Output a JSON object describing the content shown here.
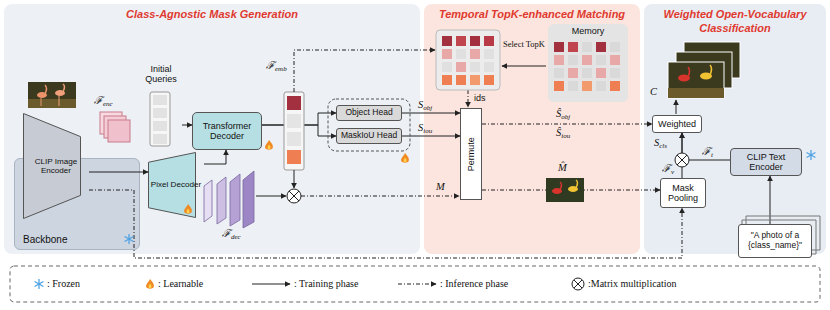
{
  "diagram": {
    "nodes": [
      {
        "text": [
          "Class-Agnostic Mask Generation"
        ]
      },
      {
        "text": [
          "Backbone"
        ],
        "in": 0
      },
      {
        "text": [
          "CLIP Image Encoder"
        ],
        "in": 1
      },
      {
        "text": [
          "Initial Queries"
        ],
        "in": 0
      },
      {
        "text": [
          "Transformer Decoder"
        ],
        "in": 0
      },
      {
        "text": [
          "Pixel Decoder"
        ],
        "in": 0
      },
      {
        "text": [
          "Object Head"
        ],
        "in": 0
      },
      {
        "text": [
          "MaskIoU Head"
        ],
        "in": 0
      },
      {
        "text": [
          "Temporal TopK-enhanced Matching"
        ]
      },
      {
        "text": [
          "Memory"
        ],
        "in": 8
      },
      {
        "text": [
          "Permute"
        ],
        "in": 8
      },
      {
        "text": [
          "Weighted Open-Vocabulary Classification"
        ]
      },
      {
        "text": [
          "Weighted"
        ],
        "in": 11
      },
      {
        "text": [
          "Mask Pooling"
        ],
        "in": 11
      },
      {
        "text": [
          "CLIP Text Encoder"
        ],
        "in": 11
      },
      {
        "text": [
          "\"A photo of a {class_name}\""
        ],
        "in": 11
      }
    ],
    "edges": [
      {
        "from": 2,
        "to": 5,
        "arrow": "to"
      },
      {
        "from": 3,
        "to": 4,
        "arrow": "to"
      },
      {
        "from": 5,
        "to": 4,
        "arrow": "to"
      },
      {
        "from": 4,
        "to": 6,
        "arrow": "to"
      },
      {
        "from": 4,
        "to": 7,
        "arrow": "to"
      },
      {
        "from": 6,
        "to": 10,
        "arrow": "to"
      },
      {
        "from": 7,
        "to": 10,
        "arrow": "to"
      },
      {
        "from": 2,
        "to": 13,
        "arrow": "to"
      },
      {
        "from": 10,
        "to": 12,
        "arrow": "to"
      },
      {
        "from": 10,
        "to": 13,
        "arrow": "to"
      },
      {
        "from": 13,
        "to": 12,
        "arrow": "to"
      },
      {
        "from": 14,
        "to": 12,
        "arrow": "to"
      },
      {
        "from": 15,
        "to": 14,
        "arrow": "to"
      }
    ],
    "labels": [
      "ℱenc",
      "ℱdec",
      "ℱemb",
      "Sobj",
      "Siou",
      "M",
      "Select TopK",
      "ids",
      "Ŝobj",
      "Ŝiou",
      "M̂",
      "C",
      "Scls",
      "ℱt",
      "ℱv"
    ],
    "legend": [
      {
        "text": ": Frozen"
      },
      {
        "text": ": Learnable"
      },
      {
        "text": ": Training phase"
      },
      {
        "text": ": Inference phase"
      },
      {
        "text": ":Matrix multiplication"
      }
    ]
  }
}
